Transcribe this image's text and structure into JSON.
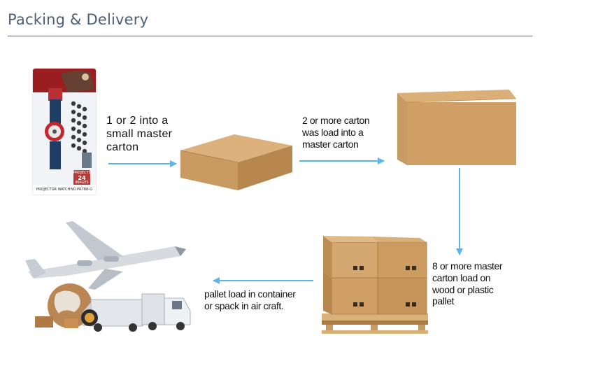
{
  "header": {
    "title": "Packing & Delivery"
  },
  "steps": [
    {
      "text": "1 or 2 into a\nsmall  master\ncarton"
    },
    {
      "text": "2 or more carton\nwas load into a\nmaster carton"
    },
    {
      "text": "8 or more master\ncarton load on\nwood or plastic\npallet"
    },
    {
      "text": "pallet load in container\nor spack in air craft."
    }
  ],
  "product_card": {
    "brand_label": "PROJECTOR WATCH",
    "model_label": "NO.PR788-G",
    "badge_top": "PROJECTS",
    "badge_number": "24",
    "badge_bottom": "IMAGES"
  },
  "colors": {
    "arrow": "#5ab6ea",
    "title": "#4d5f74",
    "carton": "#cf9f66"
  }
}
